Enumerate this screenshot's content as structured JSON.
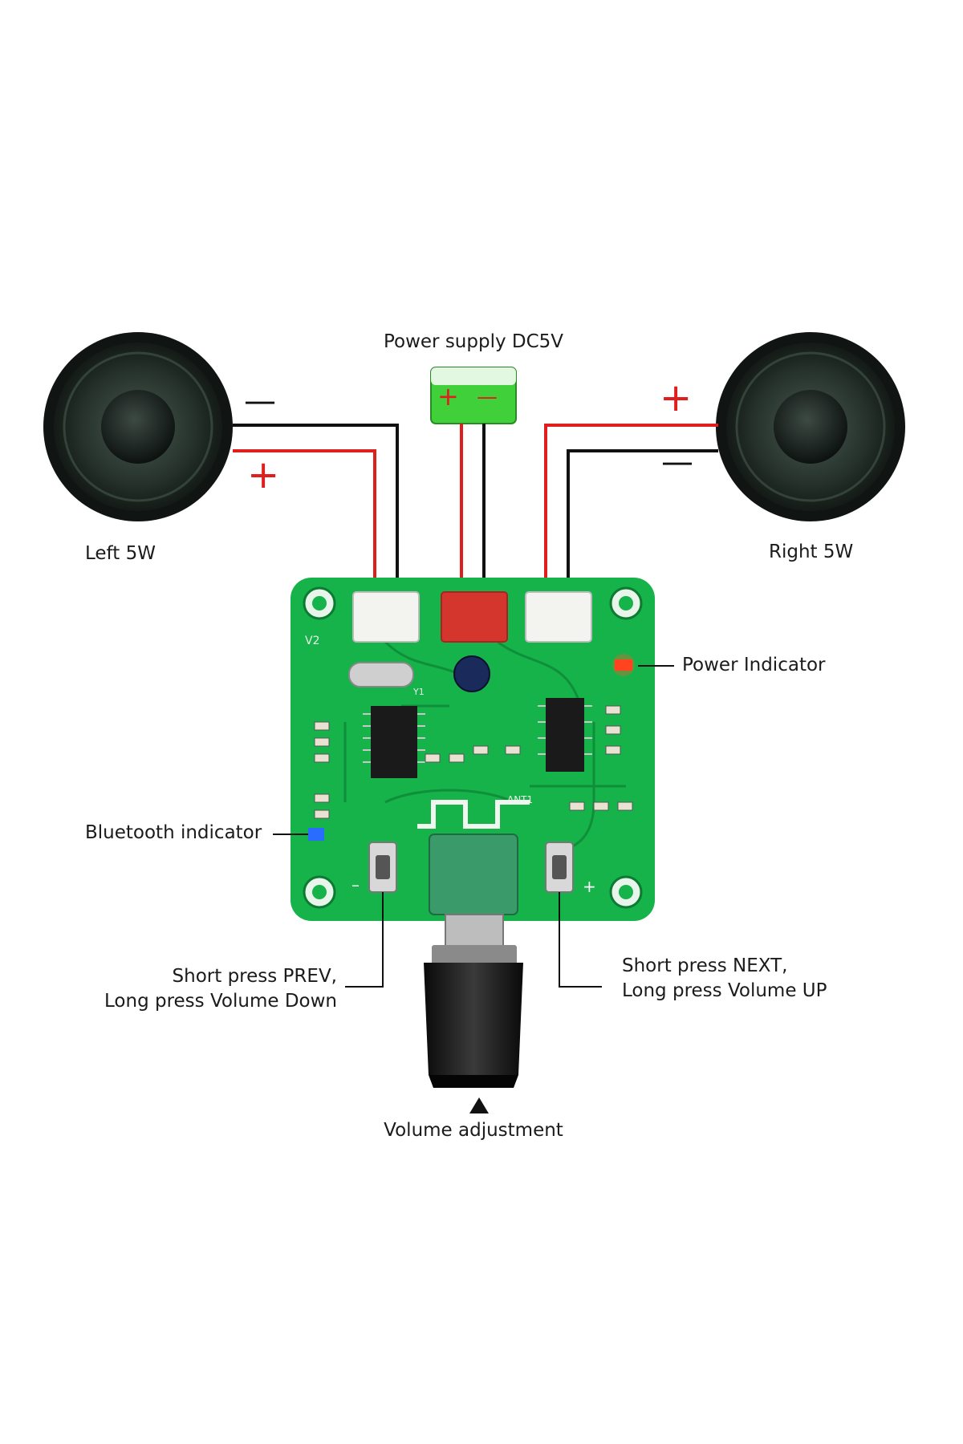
{
  "labels": {
    "power_supply": "Power supply DC5V",
    "left_speaker": "Left 5W",
    "right_speaker": "Right 5W",
    "power_indicator": "Power Indicator",
    "bluetooth_indicator": "Bluetooth indicator",
    "prev_line1": "Short press PREV,",
    "prev_line2": "Long press Volume Down",
    "next_line1": "Short press NEXT,",
    "next_line2": "Long press Volume UP",
    "volume_adjustment": "Volume adjustment"
  },
  "polarity": {
    "plus": "+",
    "minus": "—",
    "supply_plus": "+",
    "supply_minus": "—",
    "btn_minus": "–",
    "btn_plus": "+"
  },
  "board": {
    "version": "V2",
    "antenna": "ANT1",
    "crystal": "Y1"
  },
  "colors": {
    "pcb": "#16b24a",
    "wire_positive": "#e01e1e",
    "wire_negative": "#111111",
    "power_led": "#ff3a1a",
    "bluetooth_led": "#2a6cff",
    "supply_box": "#3fd03a"
  },
  "icons": [
    "speaker-left-icon",
    "speaker-right-icon",
    "power-supply-icon",
    "volume-knob-icon"
  ]
}
